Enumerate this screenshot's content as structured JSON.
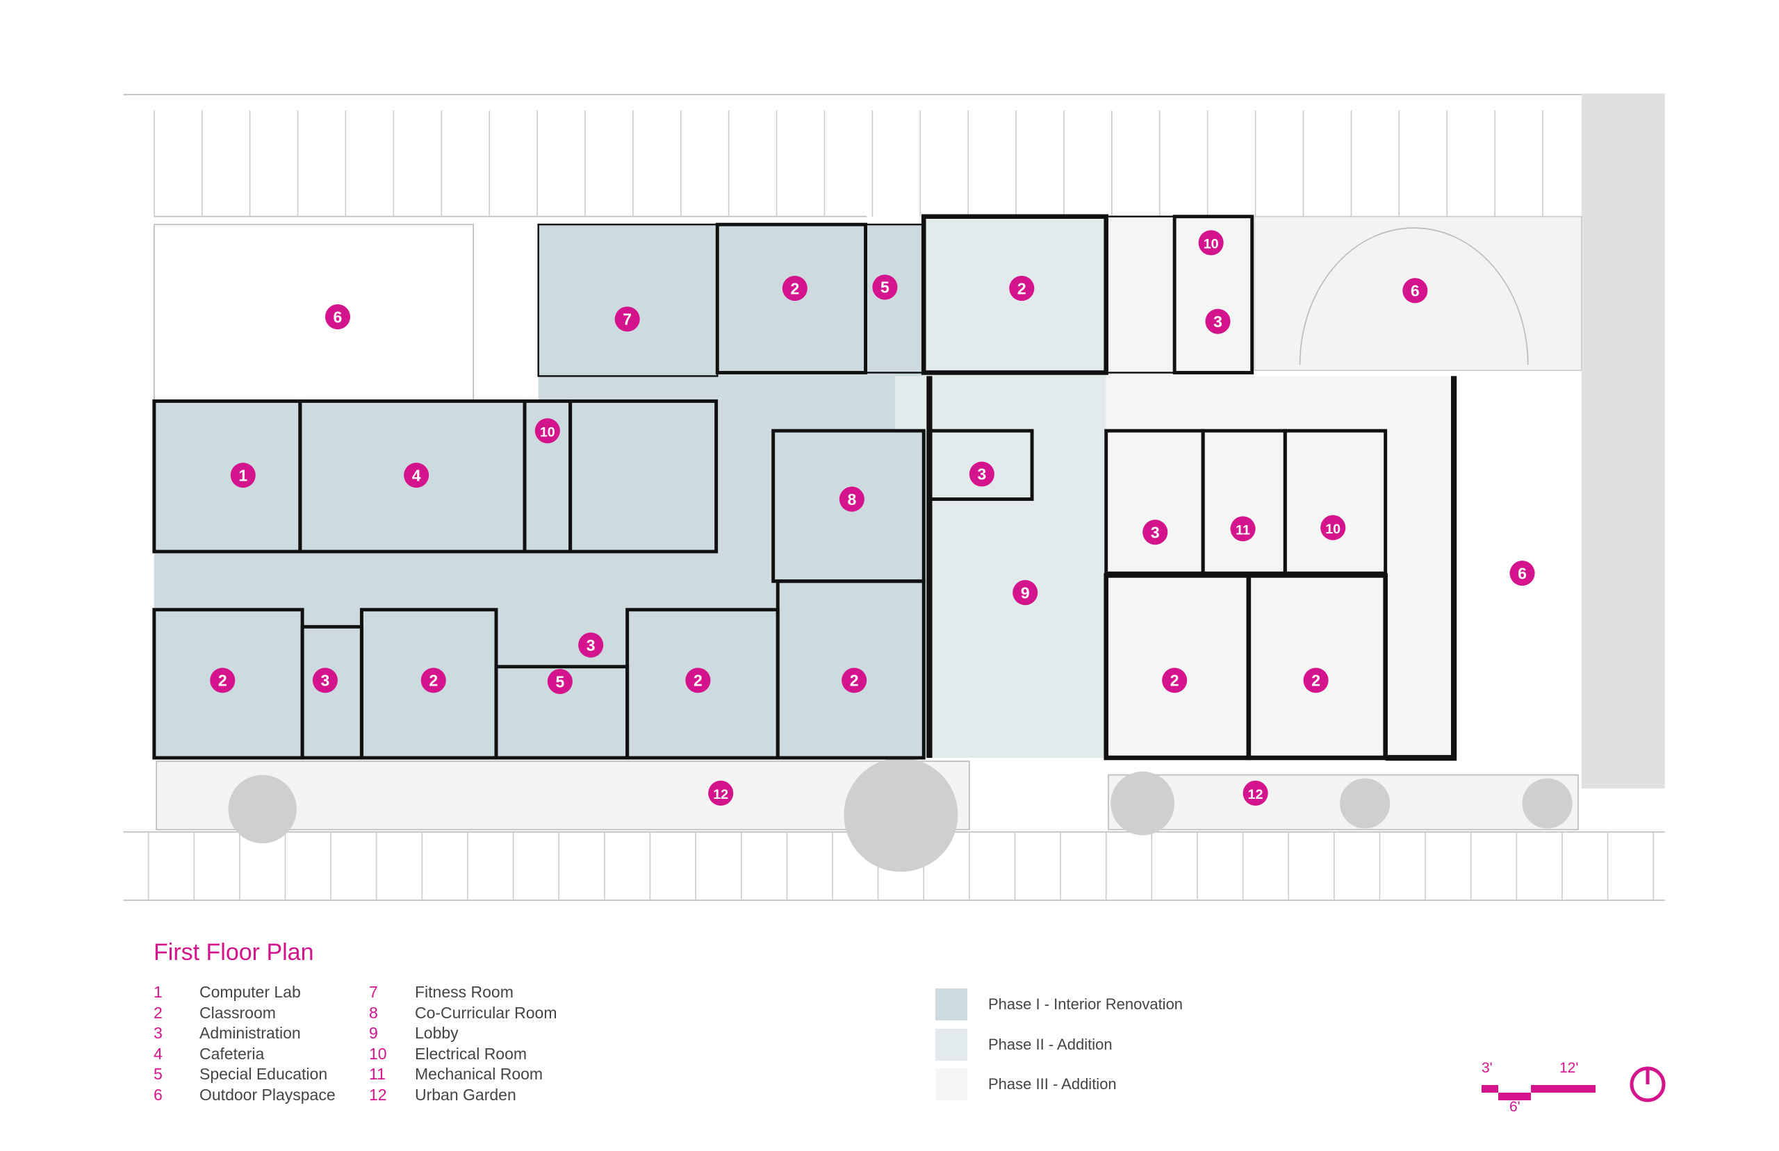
{
  "title": "First Floor Plan",
  "legend": [
    {
      "num": "1",
      "label": "Computer Lab"
    },
    {
      "num": "2",
      "label": "Classroom"
    },
    {
      "num": "3",
      "label": "Administration"
    },
    {
      "num": "4",
      "label": "Cafeteria"
    },
    {
      "num": "5",
      "label": "Special Education"
    },
    {
      "num": "6",
      "label": "Outdoor Playspace"
    },
    {
      "num": "7",
      "label": "Fitness Room"
    },
    {
      "num": "8",
      "label": "Co-Curricular Room"
    },
    {
      "num": "9",
      "label": "Lobby"
    },
    {
      "num": "10",
      "label": "Electrical Room"
    },
    {
      "num": "11",
      "label": "Mechanical Room"
    },
    {
      "num": "12",
      "label": "Urban Garden"
    }
  ],
  "phases": [
    {
      "label": "Phase I - Interior Renovation",
      "color": "#cddbe0"
    },
    {
      "label": "Phase II - Addition",
      "color": "#e3eaec"
    },
    {
      "label": "Phase III - Addition",
      "color": "#f4f6f6"
    }
  ],
  "scale": {
    "a": "3'",
    "b": "6'",
    "c": "12'"
  },
  "accent_color": "#d4148c",
  "room_markers": [
    "1",
    "2",
    "5",
    "2",
    "10",
    "3",
    "6",
    "6",
    "7",
    "10",
    "4",
    "8",
    "3",
    "3",
    "11",
    "10",
    "9",
    "6",
    "2",
    "3",
    "2",
    "3",
    "5",
    "2",
    "2",
    "2",
    "2",
    "12",
    "12"
  ],
  "icons": {
    "north_arrow": "north-arrow-icon"
  }
}
